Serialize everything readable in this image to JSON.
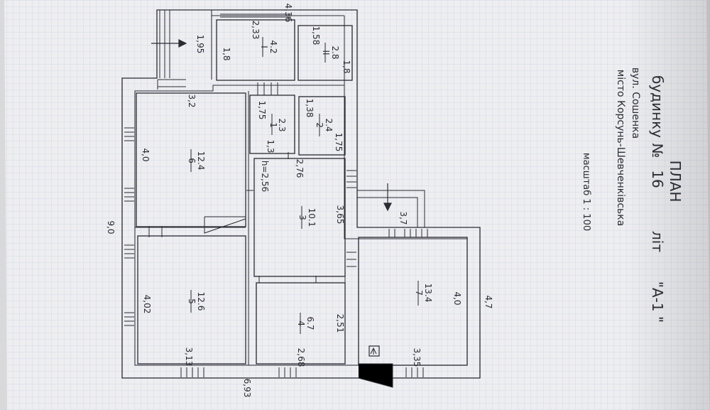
{
  "title": {
    "line1": "ПЛАН",
    "line2": "будинку",
    "number_sign": "№",
    "number": "16",
    "lit": "літ",
    "lit_value": "\"А-1 \"",
    "street": "вул. Сошенка",
    "city": "місто Корсунь-Шевченківська",
    "scale": "масштаб  1 : 100"
  },
  "dimensions": {
    "top_length": "4,36",
    "left_height": "9,0",
    "bottom_length": "6,93",
    "right_wing": "4,7",
    "porch_width": "3,7"
  },
  "rooms": [
    {
      "id": "I",
      "area": "4.2",
      "dim_a": "2,33",
      "dim_b": "1,8"
    },
    {
      "id": "II",
      "area": "2.8",
      "dim_a": "1,58",
      "dim_b": "1,8"
    },
    {
      "id": "entrance",
      "dim_a": "1,95"
    },
    {
      "id": "1",
      "area": "2.3",
      "dim_a": "1,75",
      "dim_b": "1,3"
    },
    {
      "id": "2",
      "area": "2.4",
      "dim_a": "1,38",
      "dim_b": "1,75"
    },
    {
      "id": "6",
      "area": "12.4",
      "dim_a": "3,2",
      "dim_b": "4,0"
    },
    {
      "id": "3",
      "area": "10.1",
      "dim_a": "2,76",
      "dim_b": "3,65",
      "dim_c": "h=2,56"
    },
    {
      "id": "5",
      "area": "12.6",
      "dim_a": "4,02",
      "dim_b": "3,13"
    },
    {
      "id": "4",
      "area": "6.7",
      "dim_a": "2,51",
      "dim_b": "2,68"
    },
    {
      "id": "7",
      "area": "13.4",
      "dim_a": "4,0",
      "dim_b": "3,35"
    }
  ],
  "colors": {
    "paper": "#eeeef0",
    "ink": "#2b2b33",
    "grid": "#c9d3e6"
  }
}
